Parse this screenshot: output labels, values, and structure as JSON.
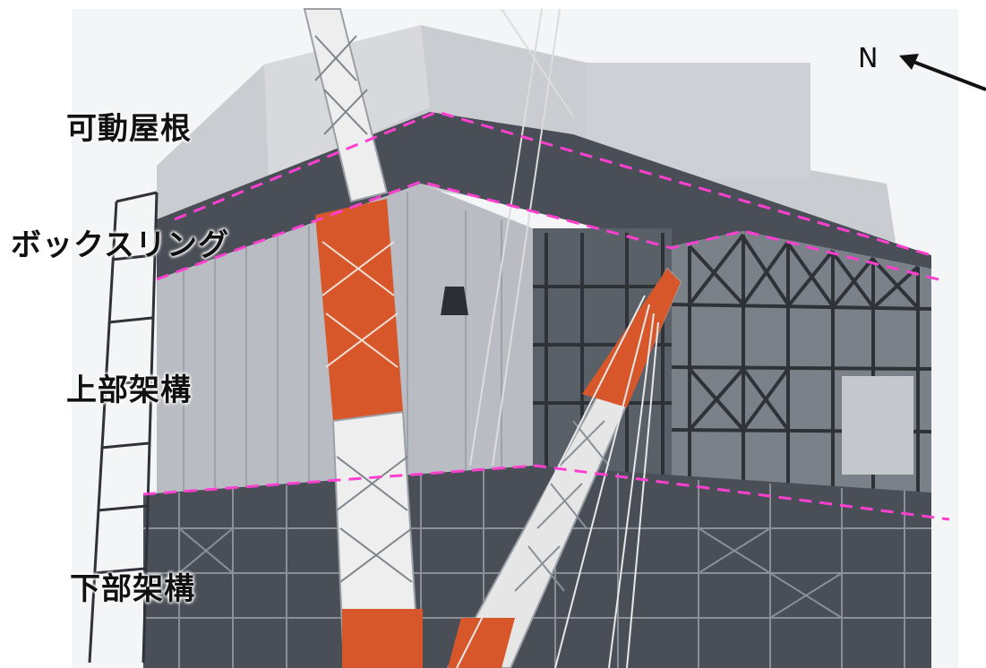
{
  "labels": {
    "movable_roof": "可動屋根",
    "box_ring": "ボックスリング",
    "upper_frame": "上部架構",
    "lower_frame": "下部架構"
  },
  "compass": {
    "north_label": "N"
  },
  "colors": {
    "sky": "#ffffff",
    "panel_light": "#c9ccd0",
    "panel_mid": "#a8adb4",
    "steel_dark": "#3c4046",
    "crane_red": "#d8572a",
    "crane_white": "#f2f2f2",
    "dashed_line": "#ff3fd0"
  }
}
